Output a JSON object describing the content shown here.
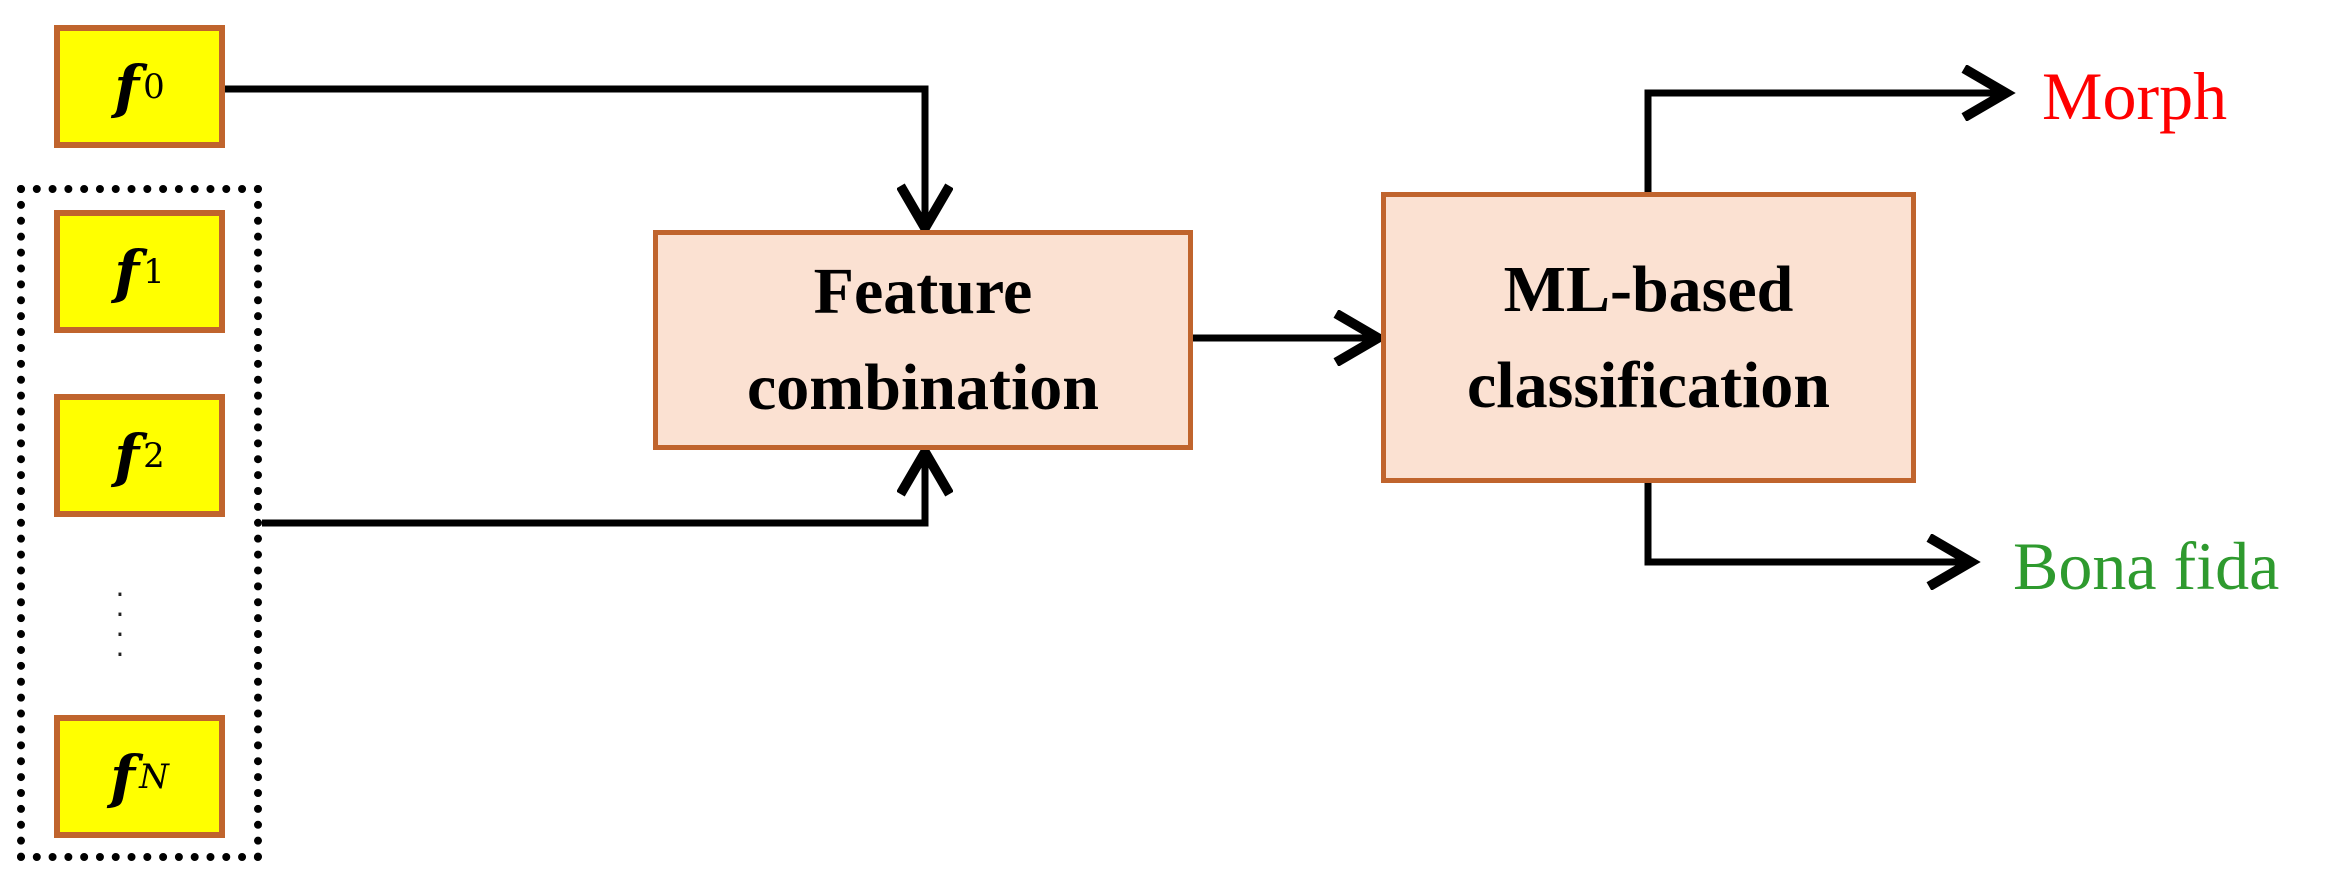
{
  "features": [
    {
      "symbol": "f",
      "subscript": "0",
      "subscript_style": "upright"
    },
    {
      "symbol": "f",
      "subscript": "1",
      "subscript_style": "upright"
    },
    {
      "symbol": "f",
      "subscript": "2",
      "subscript_style": "upright"
    },
    {
      "symbol": "f",
      "subscript": "N",
      "subscript_style": "italic"
    }
  ],
  "blocks": {
    "feature_combination": {
      "label": "Feature\ncombination"
    },
    "ml_classification": {
      "label": "ML-based\nclassification"
    }
  },
  "outputs": {
    "morph": {
      "label": "Morph",
      "color": "#ff0000"
    },
    "bona_fide": {
      "label": "Bona fida",
      "color": "#2e9a2e"
    }
  },
  "colors": {
    "feature_fill": "#ffff00",
    "box_border": "#c0642d",
    "block_fill": "#fbe1d2",
    "wire": "#000000"
  },
  "icons": {
    "ellipsis": "vertical-ellipsis"
  }
}
